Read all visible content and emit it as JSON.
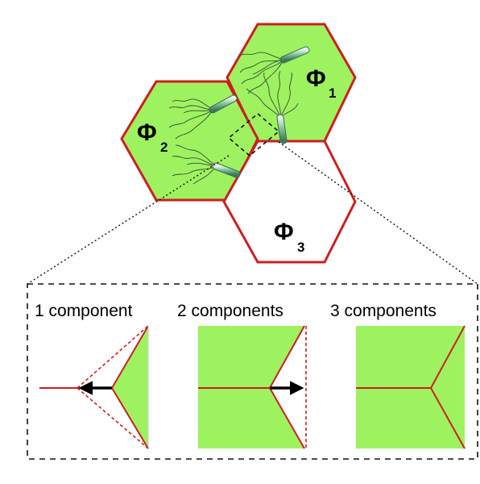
{
  "phases": [
    {
      "symbol": "Φ",
      "subscript": "1"
    },
    {
      "symbol": "Φ",
      "subscript": "2"
    },
    {
      "symbol": "Φ",
      "subscript": "3"
    }
  ],
  "panels": [
    {
      "label": "1 component"
    },
    {
      "label": "2 components"
    },
    {
      "label": "3 components"
    }
  ],
  "colors": {
    "fill": "#9ef25f",
    "boundary": "#cc1f1f",
    "arrow": "#000000",
    "dash": "#111111"
  }
}
